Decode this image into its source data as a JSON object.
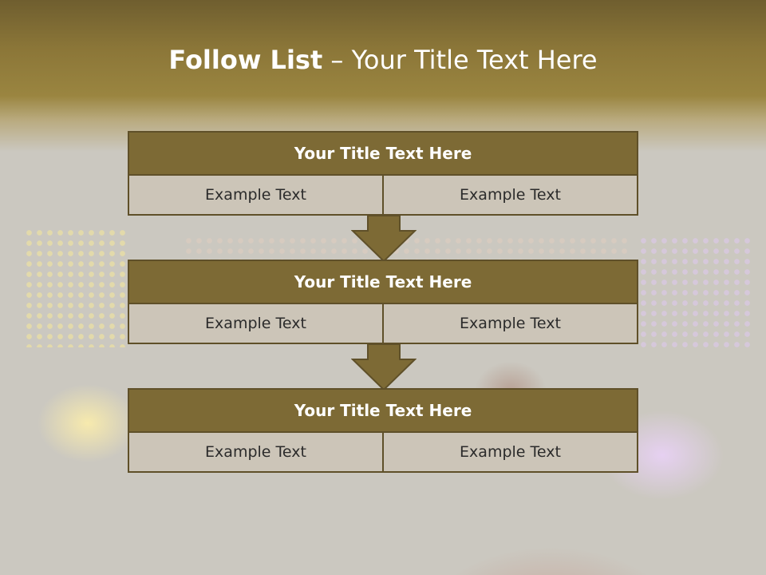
{
  "slide": {
    "title_bold": "Follow List",
    "title_rest": " – Your Title Text Here"
  },
  "steps": [
    {
      "title": "Your Title Text Here",
      "cells": [
        "Example Text",
        "Example Text"
      ]
    },
    {
      "title": "Your Title Text Here",
      "cells": [
        "Example Text",
        "Example Text"
      ]
    },
    {
      "title": "Your Title Text Here",
      "cells": [
        "Example Text",
        "Example Text"
      ]
    }
  ],
  "colors": {
    "header_bar": "#7d6a35",
    "border": "#5f5029",
    "cell_fill": "#ccc5b8",
    "background": "#cbc8c0"
  },
  "icons": [
    "down-arrow-icon",
    "down-arrow-icon"
  ]
}
